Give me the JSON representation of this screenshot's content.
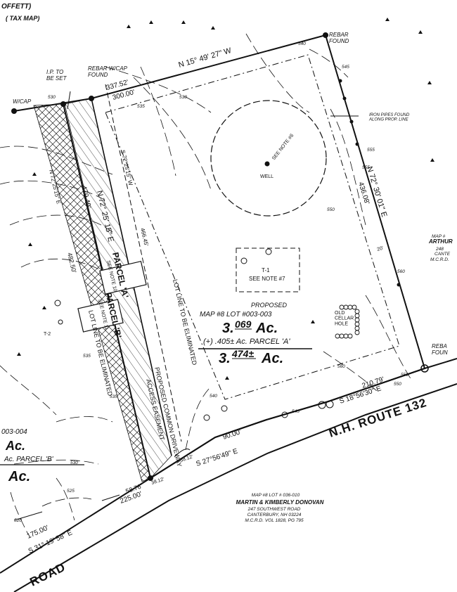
{
  "header": {
    "top_left_1": "OFFETT)",
    "top_left_2": "( TAX MAP)"
  },
  "survey_labels": {
    "rebar_found_ne": "REBAR\nFOUND",
    "rebar_wcap_found": "REBAR W/CAP\nFOUND",
    "ip_to_be_set": "I.P. TO\nBE SET",
    "wcap_nw": "W/CAP",
    "rebar_found_se": "REBA\nFOUN",
    "iron_pipes": "IRON PIPES FOUND\nALONG PROP. LINE",
    "well": "WELL",
    "see_note_6": "SEE NOTE #6",
    "t1": "T-1",
    "see_note_7": "SEE NOTE #7",
    "t2": "T-2",
    "old_cellar_hole": "OLD\nCELLAR\nHOLE"
  },
  "bearings": {
    "north_line": "N 15° 49' 27\" W",
    "east_line": "N 72° 30' 01\" E",
    "west_line_1": "N 72° 25' 15\" E",
    "west_line_2": "S 72°25'15\" W",
    "west_line_3": "N 72°25'15\" E",
    "road_1": "S 18°56'30\" E",
    "road_2": "S 27°56'49\" E",
    "road_3": "S 31° 19' 58\" E"
  },
  "distances": {
    "d_337_52": "337.52'",
    "d_300_00": "300.00'",
    "d_436_08": "436.08'",
    "d_479_49": "479.49'",
    "d_466_45": "466.45'",
    "d_482_50": "482.50'",
    "d_210_79": "210.79'",
    "d_90_00": "90.00'",
    "d_38_12": "38.12'",
    "d_38_12b": "38.12'",
    "d_58_76": "58.76'",
    "d_225_00": "225.00'",
    "d_175_00": "175.00'",
    "d_20": "20'"
  },
  "contours": [
    "540",
    "545",
    "535",
    "530",
    "555",
    "550",
    "560",
    "560",
    "550",
    "545",
    "535",
    "530",
    "525",
    "520",
    "540",
    "535",
    "530",
    "550",
    "555"
  ],
  "parcels": {
    "parcel_a": "PARCEL 'A'",
    "parcel_a_note": "SEE NOTE 10",
    "parcel_b": "PARCEL 'B'",
    "parcel_b_note": "SEE NOTE 11",
    "lot_line_1": "LOT LINE TO BE ELIMINATED",
    "lot_line_2": "LOT LINE TO BE ELIMINATED",
    "driveway": "PROPOSED COMMON DRIVEWAY",
    "access_easement": "ACCESS EASEMENT"
  },
  "lot_block": {
    "proposed": "PROPOSED",
    "map_lot": "MAP #8  LOT #003-003",
    "area_main_whole": "3.",
    "area_main_frac": "069",
    "area_main_unit": "Ac.",
    "plus_line": "(+)   .405± Ac. PARCEL 'A'",
    "area_total_whole": "3.",
    "area_total_frac": "474±",
    "area_total_unit": "Ac."
  },
  "left_block": {
    "lot": "003-004",
    "ac1": "Ac.",
    "parcel_b_line": "Ac.  PARCEL 'B'",
    "ac2": "Ac."
  },
  "abutter_east": {
    "line1": "MAP #",
    "line2": "ARTHUR",
    "line3": "248",
    "line4": "CANTE",
    "line5": "M.C.R.D."
  },
  "abutter_south": {
    "line1": "MAP #8 LOT # 036-010",
    "line2": "MARTIN & KIMBERLY DONOVAN",
    "line3": "247 SOUTHWEST ROAD",
    "line4": "CANTERBURY, NH 03224",
    "line5": "M.C.R.D. VOL 1828, PG 795"
  },
  "roads": {
    "route": "N.H.  ROUTE  132",
    "road": "ROAD"
  }
}
